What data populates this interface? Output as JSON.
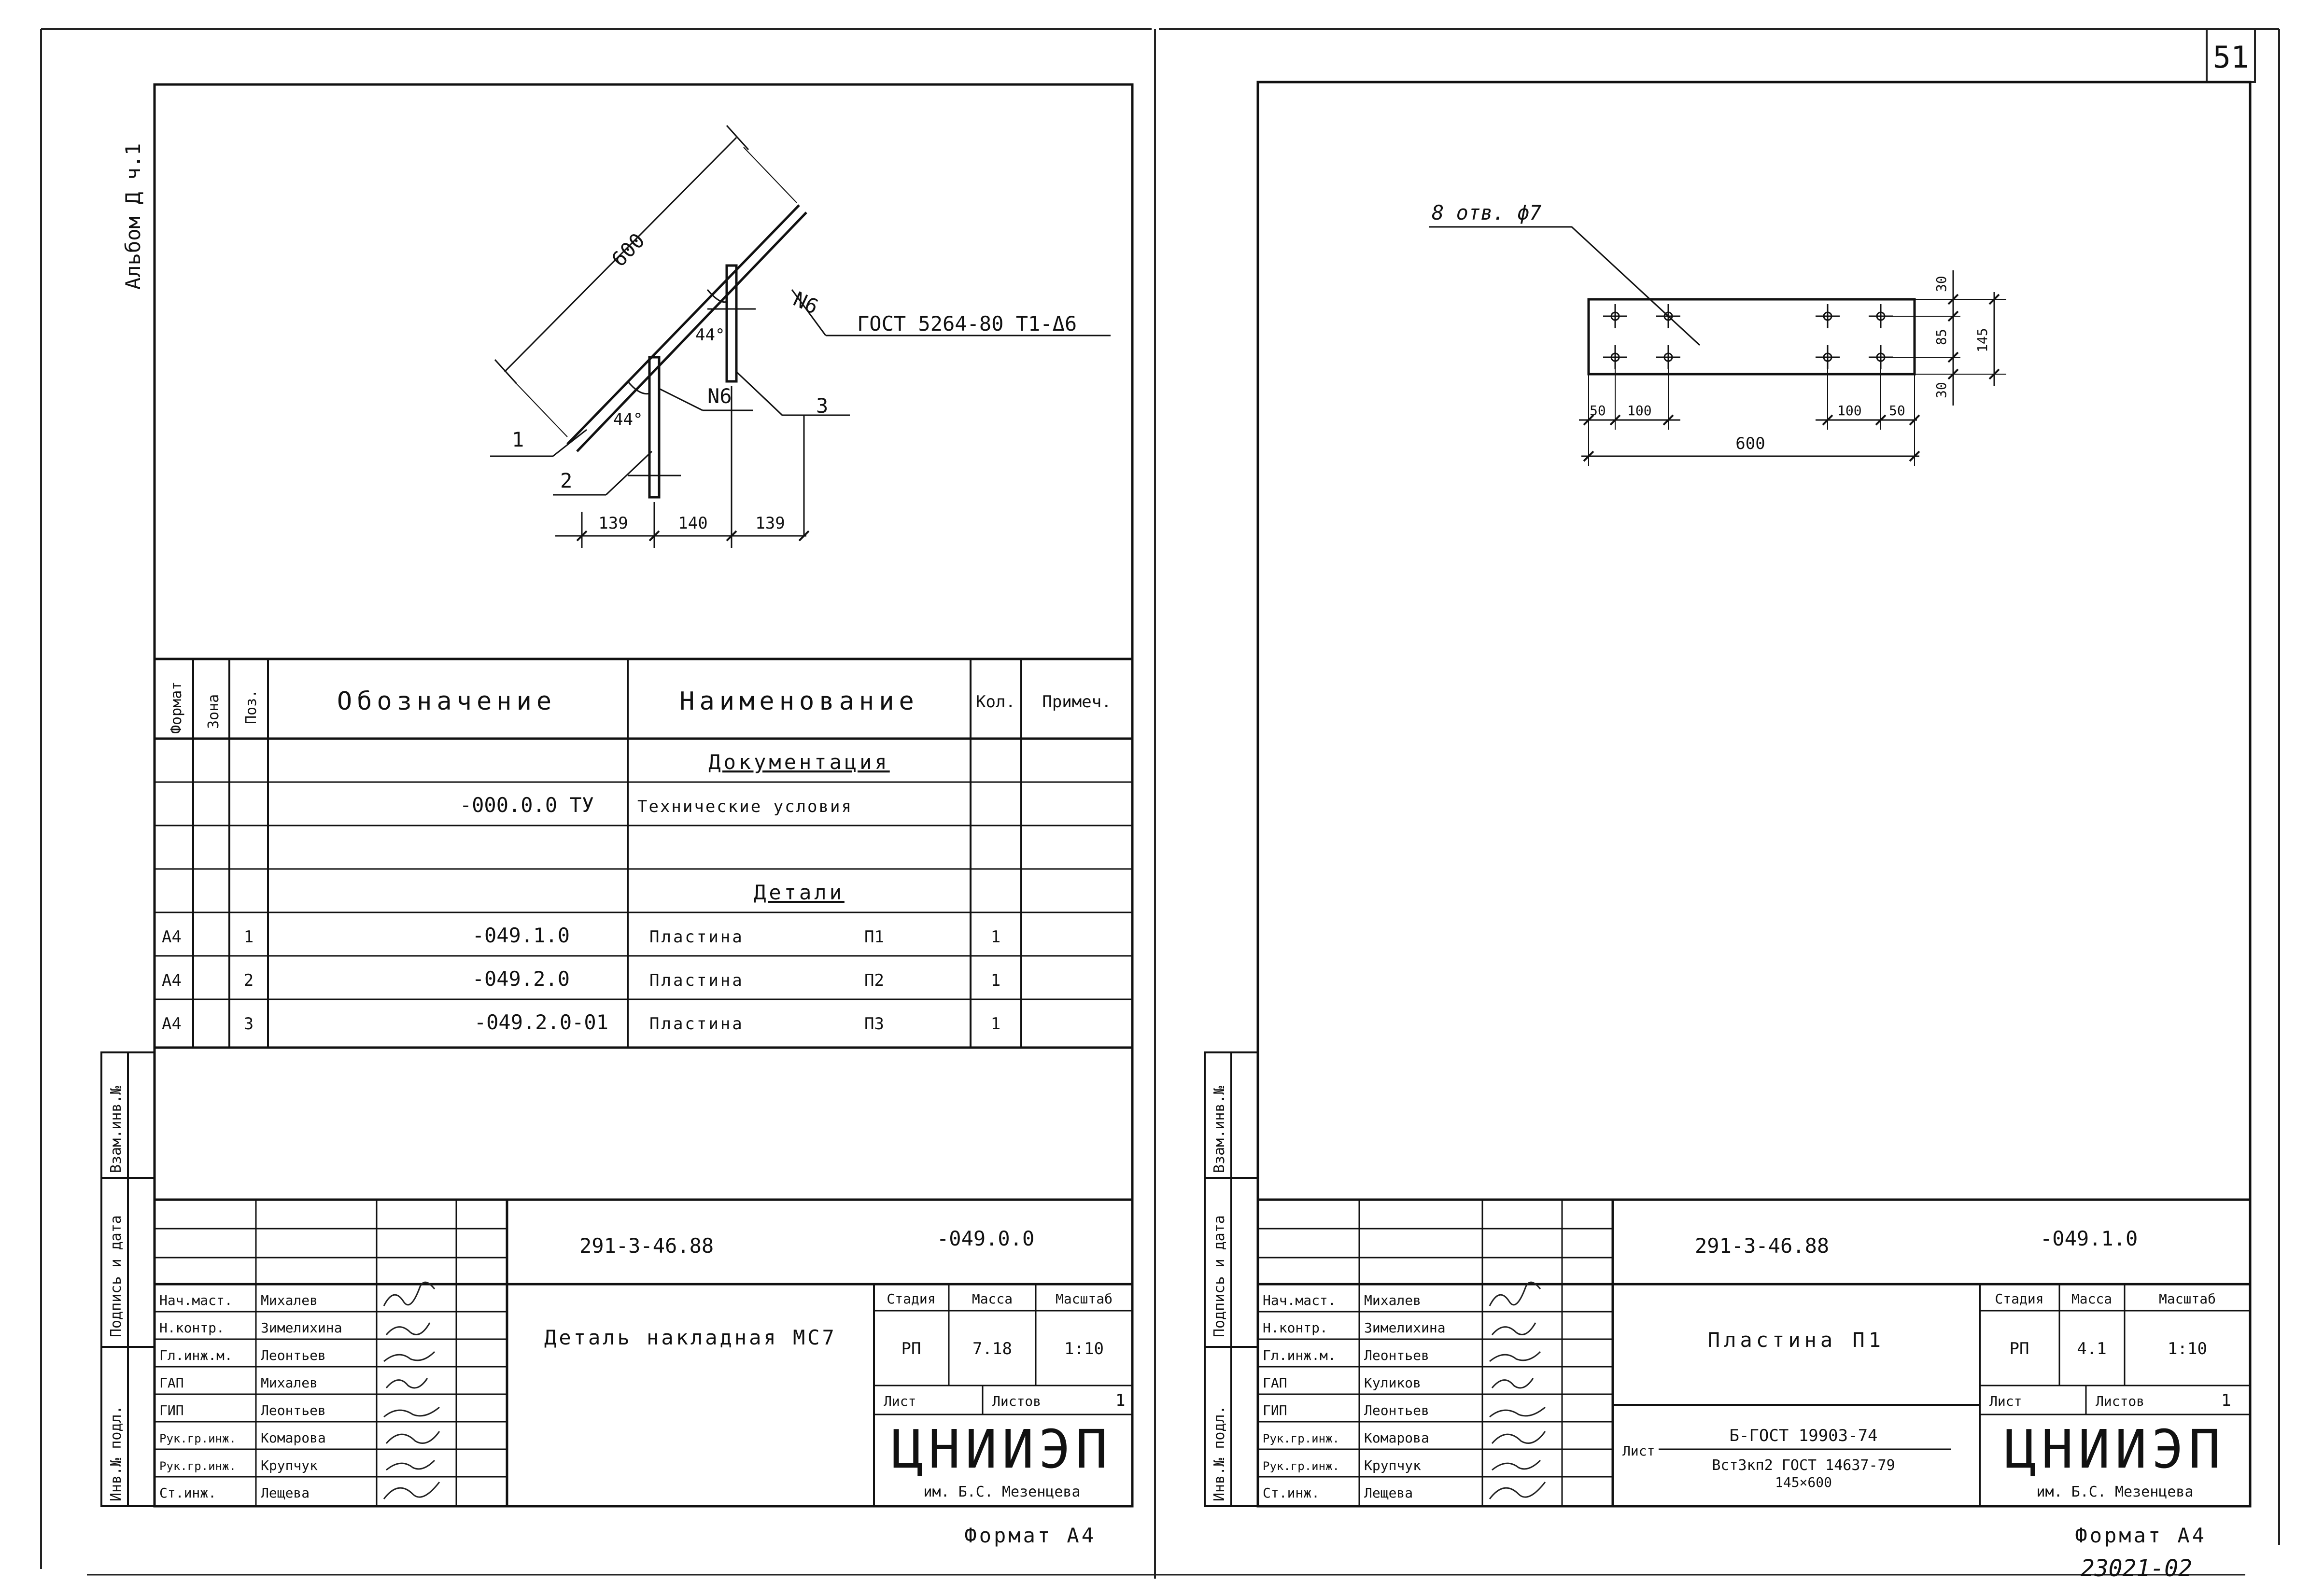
{
  "sheet_number": "51",
  "album_label": "Альбом Д ч.1",
  "footer_code": "23021-02",
  "left": {
    "drawing": {
      "dim_length": "600",
      "angle1": "44°",
      "angle2": "44°",
      "weld_top": "N6",
      "weld_mid": "N6",
      "standard": "ГОСТ 5264-80 Т1-Δ6",
      "pos1": "1",
      "pos2": "2",
      "pos3": "3",
      "dim_a": "139",
      "dim_b": "140",
      "dim_c": "139"
    },
    "spec": {
      "headers": {
        "format": "Формат",
        "zone": "Зона",
        "pos": "Поз.",
        "designation": "Обозначение",
        "name": "Наименование",
        "qty": "Кол.",
        "note": "Примеч."
      },
      "rows": [
        {
          "format": "",
          "pos": "",
          "designation": "",
          "name": "Документация",
          "qty": "",
          "heading": true
        },
        {
          "format": "",
          "pos": "",
          "designation": "-000.0.0 ТУ",
          "name": "Технические условия",
          "qty": ""
        },
        {
          "format": "",
          "pos": "",
          "designation": "",
          "name": "",
          "qty": ""
        },
        {
          "format": "",
          "pos": "",
          "designation": "",
          "name": "Детали",
          "qty": "",
          "heading": true
        },
        {
          "format": "А4",
          "pos": "1",
          "designation": "-049.1.0",
          "name": "Пластина",
          "mark": "П1",
          "qty": "1"
        },
        {
          "format": "А4",
          "pos": "2",
          "designation": "-049.2.0",
          "name": "Пластина",
          "mark": "П2",
          "qty": "1"
        },
        {
          "format": "А4",
          "pos": "3",
          "designation": "-049.2.0-01",
          "name": "Пластина",
          "mark": "П3",
          "qty": "1"
        }
      ]
    },
    "title_block": {
      "project_code": "291-3-46.88",
      "doc_code": "-049.0.0",
      "title": "Деталь накладная МС7",
      "stage_label": "Стадия",
      "mass_label": "Масса",
      "scale_label": "Масштаб",
      "stage": "РП",
      "mass": "7.18",
      "scale": "1:10",
      "sheet_label": "Лист",
      "sheets_label": "Листов",
      "sheets": "1",
      "org": "ЦНИИЭП",
      "org_sub": "им. Б.С. Мезенцева",
      "format": "Формат А4",
      "people": [
        {
          "role": "Нач.маст.",
          "name": "Михалев"
        },
        {
          "role": "Н.контр.",
          "name": "Зимелихина"
        },
        {
          "role": "Гл.инж.м.",
          "name": "Леонтьев"
        },
        {
          "role": "ГАП",
          "name": "Михалев"
        },
        {
          "role": "ГИП",
          "name": "Леонтьев"
        },
        {
          "role": "Рук.гр.инж.",
          "name": "Комарова"
        },
        {
          "role": "Рук.гр.инж.",
          "name": "Крупчук"
        },
        {
          "role": "Ст.инж.",
          "name": "Лещева"
        }
      ]
    },
    "side_labels": {
      "inv_vz": "Взам.инв.№",
      "sign_date": "Подпись и дата",
      "inv_podl": "Инв.№ подл."
    }
  },
  "right": {
    "drawing": {
      "holes_label": "8 отв. ϕ7",
      "dim_30_top": "30",
      "dim_85": "85",
      "dim_145": "145",
      "dim_30_bot": "30",
      "dim_50_l": "50",
      "dim_100_l": "100",
      "dim_100_r": "100",
      "dim_50_r": "50",
      "dim_600": "600"
    },
    "title_block": {
      "project_code": "291-3-46.88",
      "doc_code": "-049.1.0",
      "title": "Пластина П1",
      "stage_label": "Стадия",
      "mass_label": "Масса",
      "scale_label": "Масштаб",
      "stage": "РП",
      "mass": "4.1",
      "scale": "1:10",
      "sheet_label": "Лист",
      "sheets_label": "Листов",
      "sheets": "1",
      "material_prefix": "Лист",
      "material_top": "Б-ГОСТ 19903-74",
      "material_bottom": "Вст3кп2 ГОСТ 14637-79",
      "material_size": "145×600",
      "org": "ЦНИИЭП",
      "org_sub": "им. Б.С. Мезенцева",
      "format": "Формат А4",
      "people": [
        {
          "role": "Нач.маст.",
          "name": "Михалев"
        },
        {
          "role": "Н.контр.",
          "name": "Зимелихина"
        },
        {
          "role": "Гл.инж.м.",
          "name": "Леонтьев"
        },
        {
          "role": "ГАП",
          "name": "Куликов"
        },
        {
          "role": "ГИП",
          "name": "Леонтьев"
        },
        {
          "role": "Рук.гр.инж.",
          "name": "Комарова"
        },
        {
          "role": "Рук.гр.инж.",
          "name": "Крупчук"
        },
        {
          "role": "Ст.инж.",
          "name": "Лещева"
        }
      ]
    },
    "side_labels": {
      "inv_vz": "Взам.инв.№",
      "sign_date": "Подпись и дата",
      "inv_podl": "Инв.№ подл."
    }
  }
}
